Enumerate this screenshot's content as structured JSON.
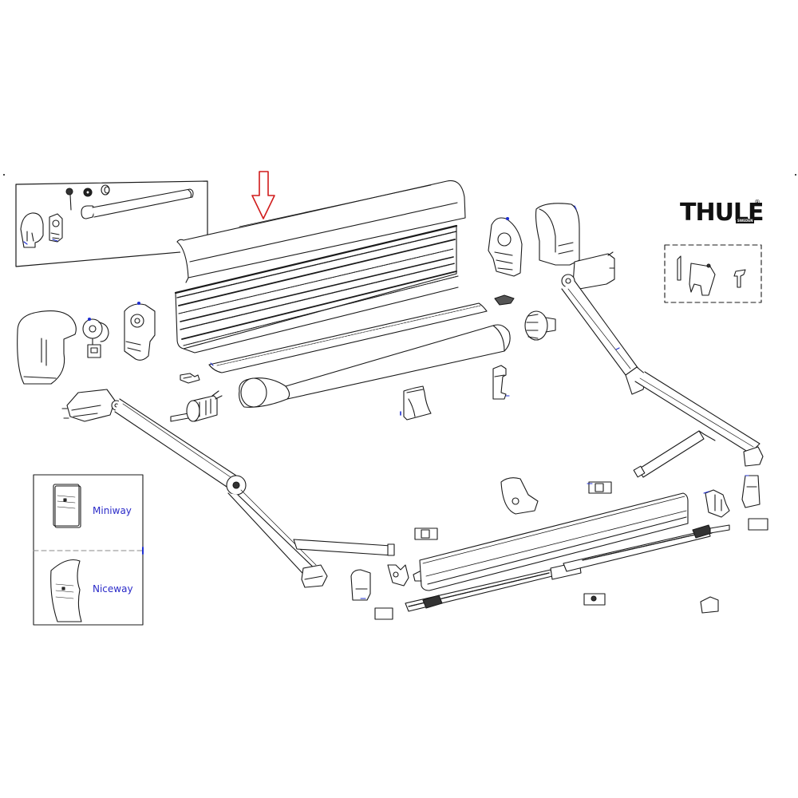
{
  "brand": {
    "logo_text": "THULE",
    "logo_subtext": "SWEDEN",
    "registered_mark": "®"
  },
  "diagram": {
    "type": "exploded parts diagram",
    "subject": "roof-mounted awning",
    "highlight_arrow": {
      "color": "#d01c1c",
      "direction": "down",
      "points_to": "awning-cover-profile"
    },
    "line_color": "#1a1a1a",
    "accent_marks_color": "#1f2fd0",
    "parts": [
      {
        "id": "awning-cover-profile",
        "label": "Awning cover (top profile)"
      },
      {
        "id": "awning-housing-profile",
        "label": "Awning housing profile"
      },
      {
        "id": "fabric-strip",
        "label": "Fabric edge strip"
      },
      {
        "id": "fabric-roller",
        "label": "Roller tube with fabric"
      },
      {
        "id": "left-end-cap",
        "label": "Left end cap"
      },
      {
        "id": "left-drive-hub",
        "label": "Left drive hub"
      },
      {
        "id": "left-gearbox",
        "label": "Left gearbox"
      },
      {
        "id": "right-gearbox",
        "label": "Right gearbox"
      },
      {
        "id": "right-end-cap",
        "label": "Right end cap"
      },
      {
        "id": "right-drive-hub",
        "label": "Right drive hub"
      },
      {
        "id": "left-arm",
        "label": "Left folding arm"
      },
      {
        "id": "right-arm",
        "label": "Right folding arm"
      },
      {
        "id": "front-bar",
        "label": "Front lead bar"
      },
      {
        "id": "left-telescopic-leg",
        "label": "Left telescopic leg"
      },
      {
        "id": "right-telescopic-leg",
        "label": "Right telescopic leg"
      },
      {
        "id": "mounting-bracket",
        "label": "Mounting bracket"
      },
      {
        "id": "center-bracket",
        "label": "Center support bracket"
      },
      {
        "id": "small-clips",
        "label": "Clips and fasteners"
      }
    ]
  },
  "inset_motor": {
    "title": "Motor kit inset",
    "parts": [
      "motor end cap",
      "motor gear housing",
      "pin",
      "nut",
      "ring",
      "motor tube"
    ]
  },
  "inset_brackets": {
    "title": "Bracket kit inset (dashed)",
    "parts": [
      "thin bracket",
      "mounting plate",
      "hook bracket"
    ]
  },
  "inset_remotes": {
    "items": [
      {
        "label": "Miniway",
        "type": "remote-control"
      },
      {
        "label": "Niceway",
        "type": "remote-control"
      }
    ],
    "label_color": "#2a2ac8"
  }
}
